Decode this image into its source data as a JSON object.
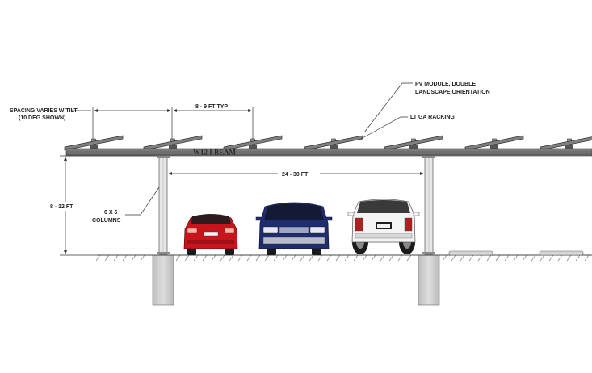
{
  "labels": {
    "pv_module_line1": "PV MODULE, DOUBLE",
    "pv_module_line2": "LANDSCAPE ORIENTATION",
    "racking": "LT GA RACKING",
    "spacing_line1": "SPACING VARIES W TILT",
    "spacing_line2": "(10 DEG SHOWN)",
    "panel_spacing": "8 - 9 FT TYP",
    "beam": "W12 I BEAM",
    "column_span": "24 - 30 FT",
    "height": "8 - 12 FT",
    "columns_line1": "6 X 6",
    "columns_line2": "COLUMNS"
  },
  "vehicles": [
    {
      "name": "red-sedan",
      "color": "#c8151c"
    },
    {
      "name": "blue-minivan",
      "color": "#1f2c6e"
    },
    {
      "name": "white-suv",
      "color": "#f4f4f4"
    }
  ],
  "colors": {
    "beam": "#6f6f6f",
    "column": "#e6e6e6",
    "footing": "#cfcfcf",
    "panel": "#808080"
  }
}
